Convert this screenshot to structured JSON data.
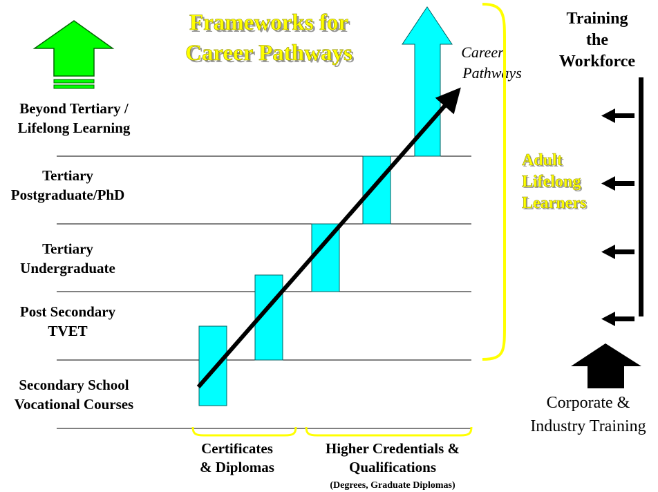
{
  "title": {
    "line1": "Frameworks for",
    "line2": "Career Pathways"
  },
  "levels": [
    {
      "line1": "Beyond Tertiary /",
      "line2": "Lifelong Learning"
    },
    {
      "line1": "Tertiary",
      "line2": "Postgraduate/PhD"
    },
    {
      "line1": "Tertiary",
      "line2": "Undergraduate"
    },
    {
      "line1": "Post Secondary",
      "line2": "TVET"
    },
    {
      "line1": "Secondary School",
      "line2": "Vocational Courses"
    }
  ],
  "career_pathways": {
    "line1": "Career",
    "line2": "Pathways"
  },
  "training": {
    "line1": "Training",
    "line2": "the",
    "line3": "Workforce"
  },
  "adult": {
    "line1": "Adult",
    "line2": "Lifelong",
    "line3": "Learners"
  },
  "corporate": {
    "line1": "Corporate &",
    "line2": "Industry Training"
  },
  "certificates": {
    "line1": "Certificates",
    "line2": "& Diplomas"
  },
  "higher": {
    "line1": "Higher Credentials &",
    "line2": "Qualifications",
    "line3": "(Degrees, Graduate Diplomas)"
  },
  "icons": {
    "green_arrow": "up-arrow-icon",
    "cyan_arrow": "up-arrow-icon",
    "black_up_arrow": "up-arrow-icon",
    "left_arrows": "left-arrow-icon"
  },
  "colors": {
    "title": "#ffff00",
    "green_arrow": "#00ff00",
    "cyan": "#00ffff",
    "bracket": "#ffff00",
    "line": "#000000"
  }
}
